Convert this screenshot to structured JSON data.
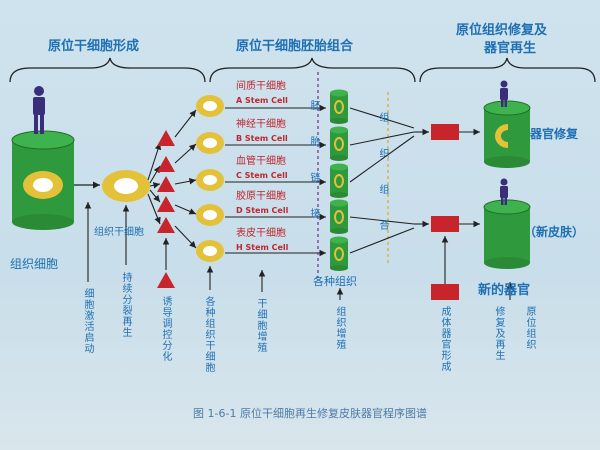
{
  "headers": {
    "formation": "原位干细胞形成",
    "combination": "原位干细胞胚胎组合",
    "repair": "原位组织修复及",
    "repair2": "器官再生"
  },
  "labels": {
    "tissue_cell": "组织细胞",
    "stem_cell": "组织干细胞",
    "organs": "各种组织",
    "repair_organ": "器官修复",
    "new_skin": "（新皮肤）",
    "new_organ": "新的器官"
  },
  "stem_cells": [
    {
      "name": "间质干细胞",
      "code": "A Stem Cell"
    },
    {
      "name": "神经干细胞",
      "code": "B Stem Cell"
    },
    {
      "name": "血管干细胞",
      "code": "C Stem Cell"
    },
    {
      "name": "胶原干细胞",
      "code": "D Stem Cell"
    },
    {
      "name": "表皮干细胞",
      "code": "H Stem Cell"
    }
  ],
  "vertical_labels": {
    "embryo_chain": "胚胎链接",
    "tissue_combo": "组织组合",
    "activate": "细胞激活启动",
    "proliferate": "持续分裂再生",
    "induce": "诱导调控分化",
    "stem_types": "各种组织干细胞",
    "stem_growth": "干细胞增殖",
    "tissue_growth": "组织增殖",
    "organ_form": "成体器官形成",
    "repair_regen": "修复及再生",
    "in_situ": "原位组织"
  },
  "caption": "图 1-6-1 原位干细胞再生修复皮肤器官程序图谱",
  "colors": {
    "green": "#2f9a3d",
    "yellow": "#e3c23a",
    "red": "#c8242c",
    "blue": "#1f6fb5"
  }
}
